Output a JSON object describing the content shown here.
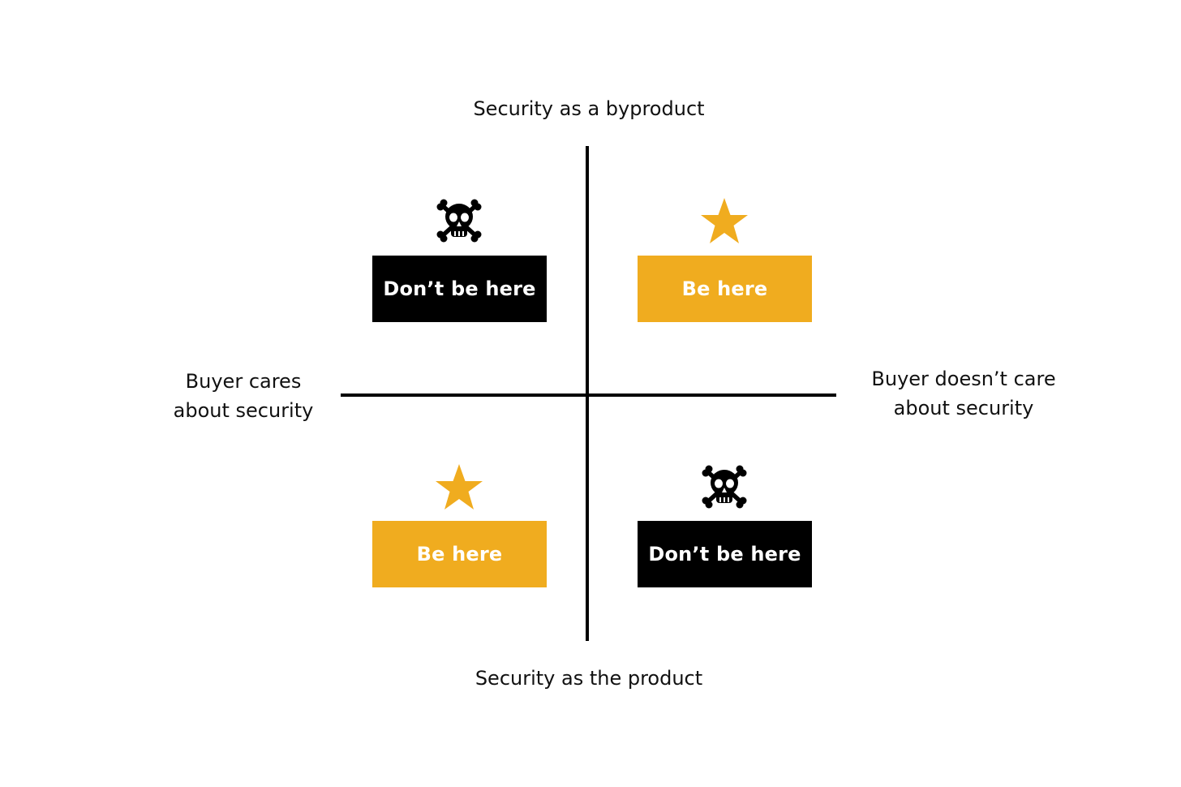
{
  "axes": {
    "top": "Security as a byproduct",
    "bottom": "Security as the product",
    "left": [
      "Buyer cares",
      "about security"
    ],
    "right": [
      "Buyer doesn’t care",
      "about security"
    ]
  },
  "quadrants": {
    "top_left": {
      "label": "Don’t be here",
      "icon": "skull-crossbones-icon"
    },
    "top_right": {
      "label": "Be here",
      "icon": "star-icon"
    },
    "bottom_left": {
      "label": "Be here",
      "icon": "star-icon"
    },
    "bottom_right": {
      "label": "Don’t be here",
      "icon": "skull-crossbones-icon"
    }
  },
  "colors": {
    "gold": "#f0ac1f",
    "dark": "#000000",
    "axis": "#000000"
  }
}
